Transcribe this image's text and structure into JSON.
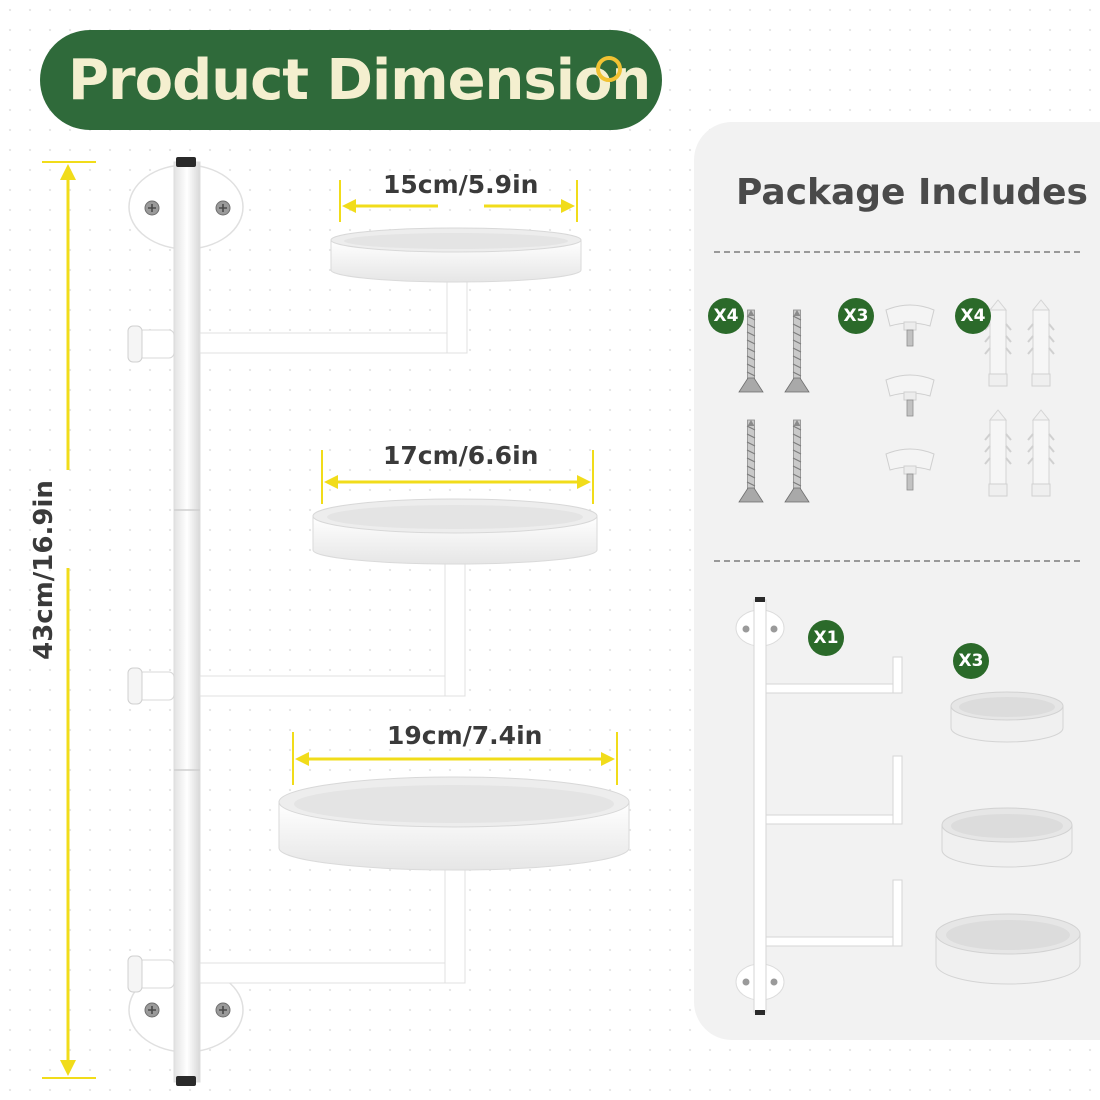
{
  "header": {
    "title": "Product Dimension"
  },
  "dimensions": {
    "tray_small": "15cm/5.9in",
    "tray_medium": "17cm/6.6in",
    "tray_large": "19cm/7.4in",
    "total_height": "43cm/16.9in"
  },
  "package": {
    "title": "Package Includes",
    "items": [
      {
        "name": "screws",
        "qty": "X4"
      },
      {
        "name": "knobs",
        "qty": "X3"
      },
      {
        "name": "wall-anchors",
        "qty": "X4"
      },
      {
        "name": "shelf-frame",
        "qty": "X1"
      },
      {
        "name": "trays",
        "qty": "X3"
      }
    ]
  },
  "colors": {
    "title_pill": "#2f6a3a",
    "title_text": "#f4efcf",
    "accent_yellow": "#f1dc1a",
    "badge_green": "#2b6a2a",
    "panel_bg": "#f2f2f2"
  }
}
